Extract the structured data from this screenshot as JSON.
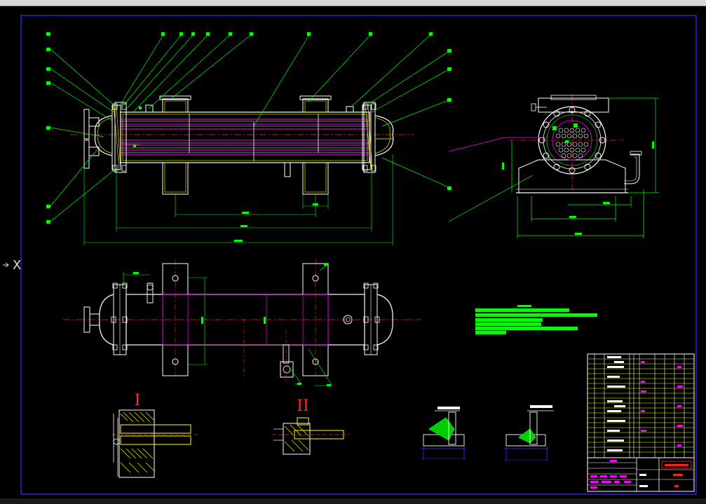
{
  "title_block": {
    "drawing_name": "",
    "drawing_number": "",
    "sheet": ""
  },
  "views": {
    "detail_1_label": "I",
    "detail_2_label": "II"
  },
  "ucs": {
    "axis_label": "X"
  },
  "colors": {
    "background": "#000000",
    "outline": "#ffffff",
    "leader": "#00ff00",
    "centerline": "#ff2020",
    "hidden": "#ff00ff",
    "hatch": "#ffff00",
    "dimension": "#00ff00",
    "frame": "#3333ff"
  }
}
